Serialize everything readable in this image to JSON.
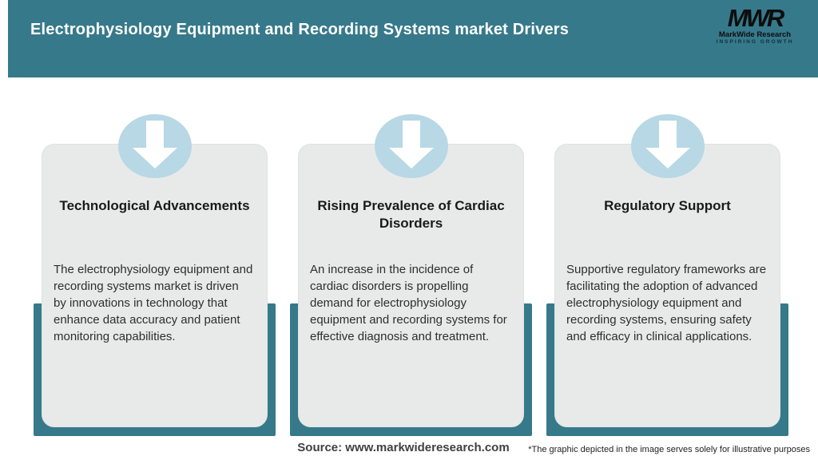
{
  "header": {
    "title": "Electrophysiology Equipment and Recording Systems market Drivers",
    "logo": {
      "monogram": "MWR",
      "name": "MarkWide Research",
      "tagline": "INSPIRING GROWTH"
    }
  },
  "cards": [
    {
      "icon": "down-arrow-icon",
      "title": "Technological Advancements",
      "body": "The electrophysiology equipment and recording systems market is driven by innovations in technology that enhance data accuracy and patient monitoring capabilities."
    },
    {
      "icon": "down-arrow-icon",
      "title": "Rising Prevalence of Cardiac Disorders",
      "body": "An increase in the incidence of cardiac disorders is propelling demand for electrophysiology equipment and recording systems for effective diagnosis and treatment."
    },
    {
      "icon": "down-arrow-icon",
      "title": "Regulatory Support",
      "body": "Supportive regulatory frameworks are facilitating the adoption of advanced electrophysiology equipment and recording systems, ensuring safety and efficacy in clinical applications."
    }
  ],
  "footer": {
    "source": "Source: www.markwideresearch.com",
    "disclaimer": "*The graphic depicted in the image serves solely for illustrative purposes"
  },
  "colors": {
    "teal": "#36798B",
    "circle_blue": "#B7D8E4",
    "card_gray": "#E8EAEA",
    "title_text": "#FFFFFF",
    "body_text": "#2E2E2E"
  }
}
